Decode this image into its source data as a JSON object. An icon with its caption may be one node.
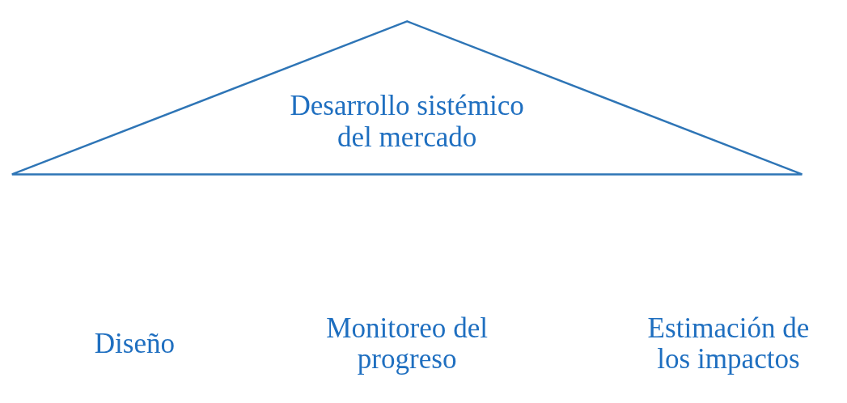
{
  "diagram": {
    "nodes": [
      {
        "text": [
          "Desarrollo sistémico del mercado"
        ]
      }
    ],
    "labels": [
      "Diseño",
      "Monitoreo del progreso",
      "Estimación de los impactos"
    ]
  }
}
